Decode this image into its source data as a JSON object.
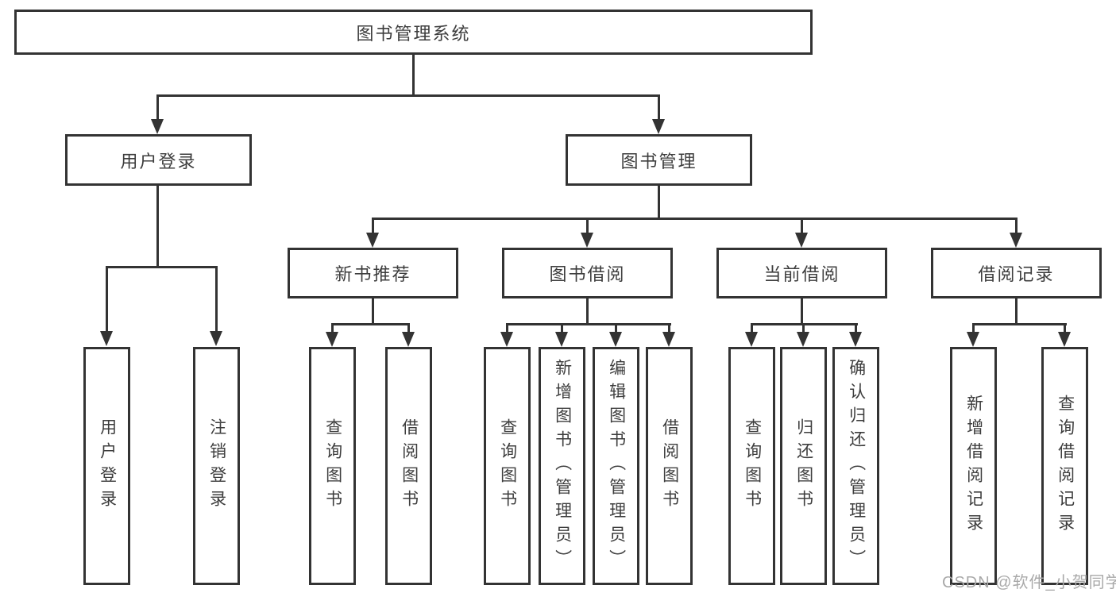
{
  "tree": {
    "root": {
      "label": "图书管理系统",
      "children": [
        {
          "label": "用户登录",
          "children": [
            {
              "label": "用户登录"
            },
            {
              "label": "注销登录"
            }
          ]
        },
        {
          "label": "图书管理",
          "children": [
            {
              "label": "新书推荐",
              "children": [
                {
                  "label": "查询图书"
                },
                {
                  "label": "借阅图书"
                }
              ]
            },
            {
              "label": "图书借阅",
              "children": [
                {
                  "label": "查询图书"
                },
                {
                  "label": "新增图书（管理员）"
                },
                {
                  "label": "编辑图书（管理员）"
                },
                {
                  "label": "借阅图书"
                }
              ]
            },
            {
              "label": "当前借阅",
              "children": [
                {
                  "label": "查询图书"
                },
                {
                  "label": "归还图书"
                },
                {
                  "label": "确认归还（管理员）"
                }
              ]
            },
            {
              "label": "借阅记录",
              "children": [
                {
                  "label": "新增借阅记录"
                },
                {
                  "label": "查询借阅记录"
                }
              ]
            }
          ]
        }
      ]
    }
  },
  "watermark": {
    "text": "CSDN @软件_小贺同学"
  },
  "colors": {
    "line": "#333333",
    "text": "#3d3d3d",
    "background": "#ffffff",
    "watermark": "#a9a9a9"
  }
}
